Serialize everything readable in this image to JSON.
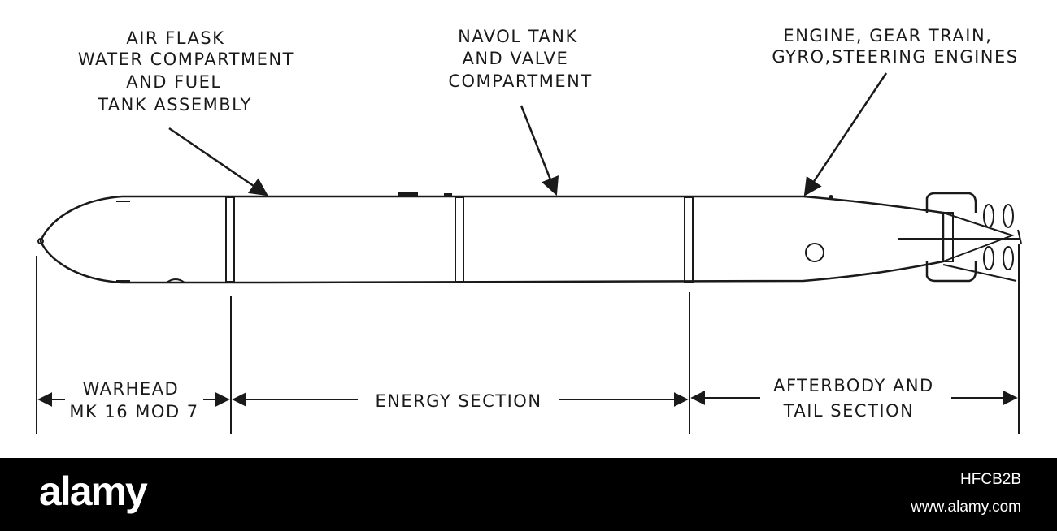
{
  "labels": {
    "air_flask": [
      "AIR FLASK",
      "WATER COMPARTMENT",
      "AND FUEL",
      "TANK ASSEMBLY"
    ],
    "navol_tank": [
      "NAVOL TANK",
      "AND VALVE",
      "COMPARTMENT"
    ],
    "engine": [
      "ENGINE, GEAR TRAIN,",
      "GYRO,STEERING ENGINES"
    ]
  },
  "sections": {
    "warhead": [
      "WARHEAD",
      "MK 16 MOD 7"
    ],
    "energy": "ENERGY SECTION",
    "afterbody": [
      "AFTERBODY AND",
      "TAIL SECTION"
    ]
  },
  "footer": {
    "brand": "alamy",
    "image_id": "HFCB2B",
    "site": "www.alamy.com"
  },
  "colors": {
    "ink": "#1a1a1a",
    "paper": "#ffffff",
    "footer_bg": "#000000",
    "footer_text": "#ffffff"
  }
}
